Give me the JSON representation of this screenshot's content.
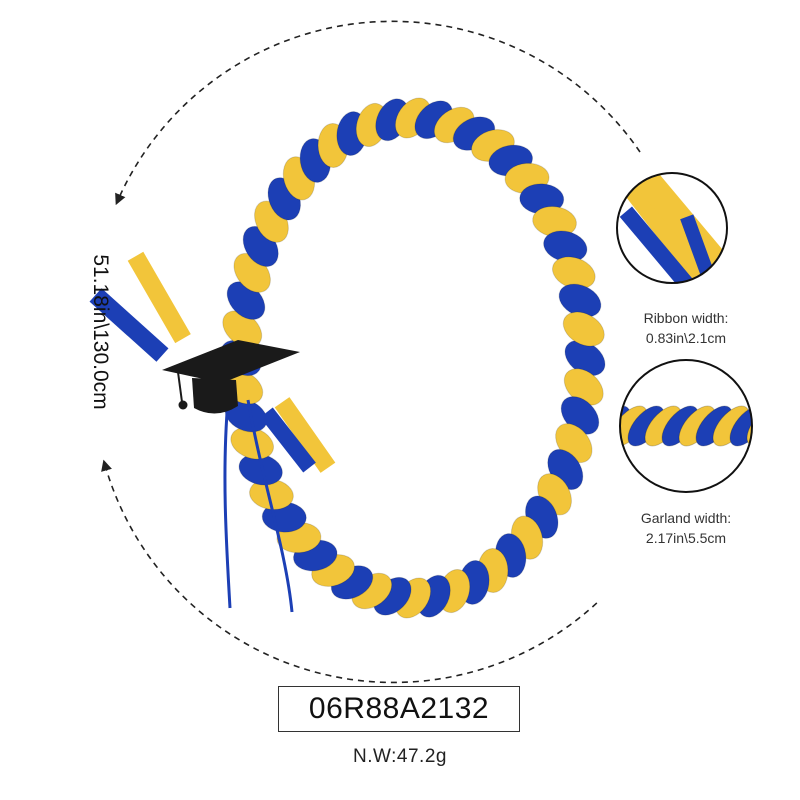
{
  "measurements": {
    "circumference": "51.18in\\130.0cm",
    "ribbon_width_label": "Ribbon width:",
    "ribbon_width_value": "0.83in\\2.1cm",
    "garland_width_label": "Garland width:",
    "garland_width_value": "2.17in\\5.5cm"
  },
  "product": {
    "sku": "06R88A2132",
    "net_weight": "N.W:47.2g"
  },
  "colors": {
    "ribbon_blue": "#1c3fb5",
    "ribbon_yellow": "#f2c53a",
    "cap_black": "#1a1a1a"
  },
  "icons": [
    "graduation-cap-icon",
    "dashed-arrow-icon"
  ]
}
